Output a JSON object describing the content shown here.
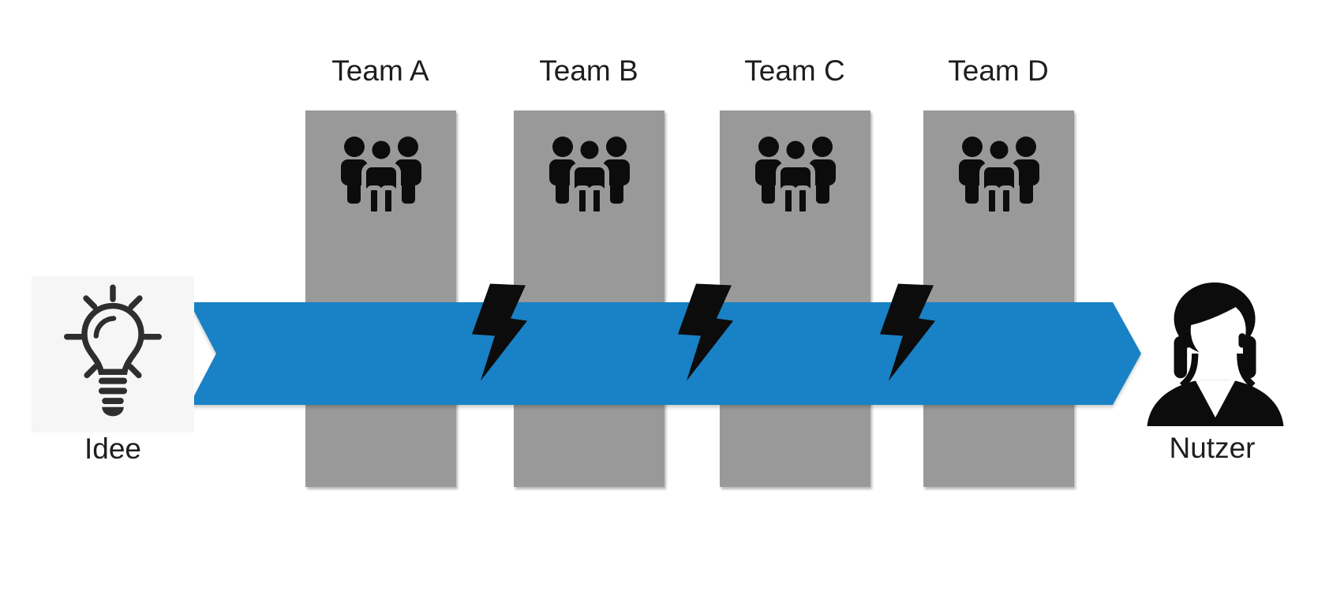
{
  "teams": [
    {
      "label": "Team A"
    },
    {
      "label": "Team B"
    },
    {
      "label": "Team C"
    },
    {
      "label": "Team D"
    }
  ],
  "idea": {
    "label": "Idee"
  },
  "user": {
    "label": "Nutzer"
  },
  "icons": {
    "idea": "lightbulb-icon",
    "team": "people-group-icon",
    "handoff_friction": "lightning-bolt-icon",
    "flow": "right-arrow-banner",
    "user": "person-icon"
  },
  "colors": {
    "column_gray": "#999999",
    "arrow_blue": "#1981c5",
    "icon_black": "#0c0c0c",
    "bulb_stroke": "#2e2e2e",
    "idea_background": "#f6f6f6",
    "text": "#1e1e1e",
    "canvas_background": "#ffffff"
  }
}
